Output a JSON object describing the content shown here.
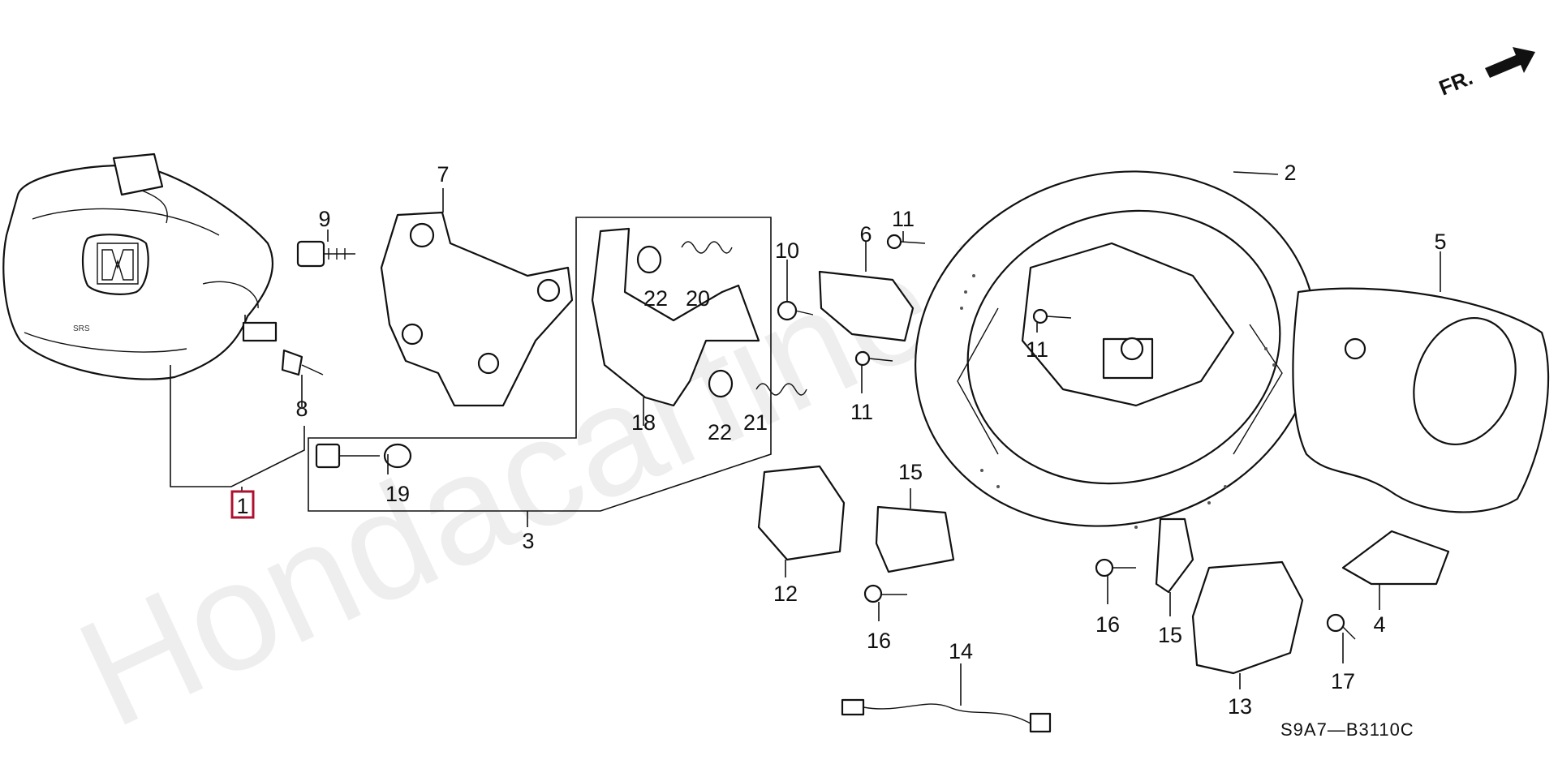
{
  "watermark": "Hondacarfine.ru",
  "diagram_code": "S9A7—B3110C",
  "direction_label": "FR.",
  "highlighted_callout": "1",
  "callouts": {
    "c1": "1",
    "c2": "2",
    "c3": "3",
    "c4": "4",
    "c5": "5",
    "c6": "6",
    "c7": "7",
    "c8": "8",
    "c9": "9",
    "c10": "10",
    "c11a": "11",
    "c11b": "11",
    "c11c": "11",
    "c12": "12",
    "c13": "13",
    "c14": "14",
    "c15a": "15",
    "c15b": "15",
    "c16a": "16",
    "c16b": "16",
    "c17": "17",
    "c18": "18",
    "c19": "19",
    "c20": "20",
    "c21": "21",
    "c22a": "22",
    "c22b": "22"
  },
  "colors": {
    "highlight": "#b01030",
    "ink": "#111111"
  }
}
